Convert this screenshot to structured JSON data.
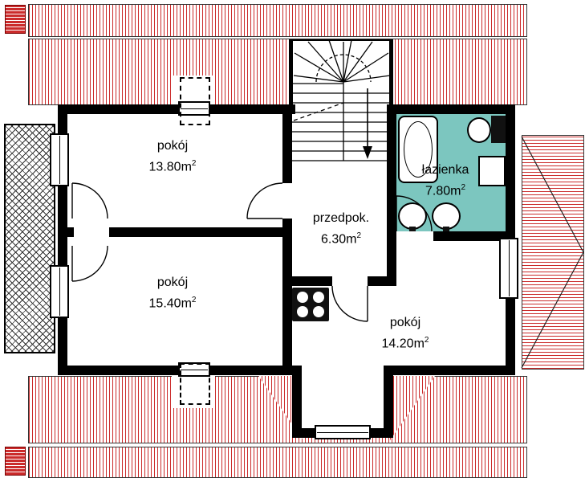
{
  "plan": {
    "colors": {
      "roof_red": "#cb2b2b",
      "bathroom_fill": "#7cc6bf",
      "wall": "#000000",
      "balcony_line": "#333333"
    },
    "rooms": [
      {
        "id": "pokoj-1",
        "name": "pokój",
        "area": "13.80m",
        "sup": "2"
      },
      {
        "id": "pokoj-2",
        "name": "pokój",
        "area": "15.40m",
        "sup": "2"
      },
      {
        "id": "przedpok",
        "name": "przedpok.",
        "area": "6.30m",
        "sup": "2"
      },
      {
        "id": "lazienka",
        "name": "łazienka",
        "area": "7.80m",
        "sup": "2"
      },
      {
        "id": "pokoj-3",
        "name": "pokój",
        "area": "14.20m",
        "sup": "2"
      }
    ]
  }
}
